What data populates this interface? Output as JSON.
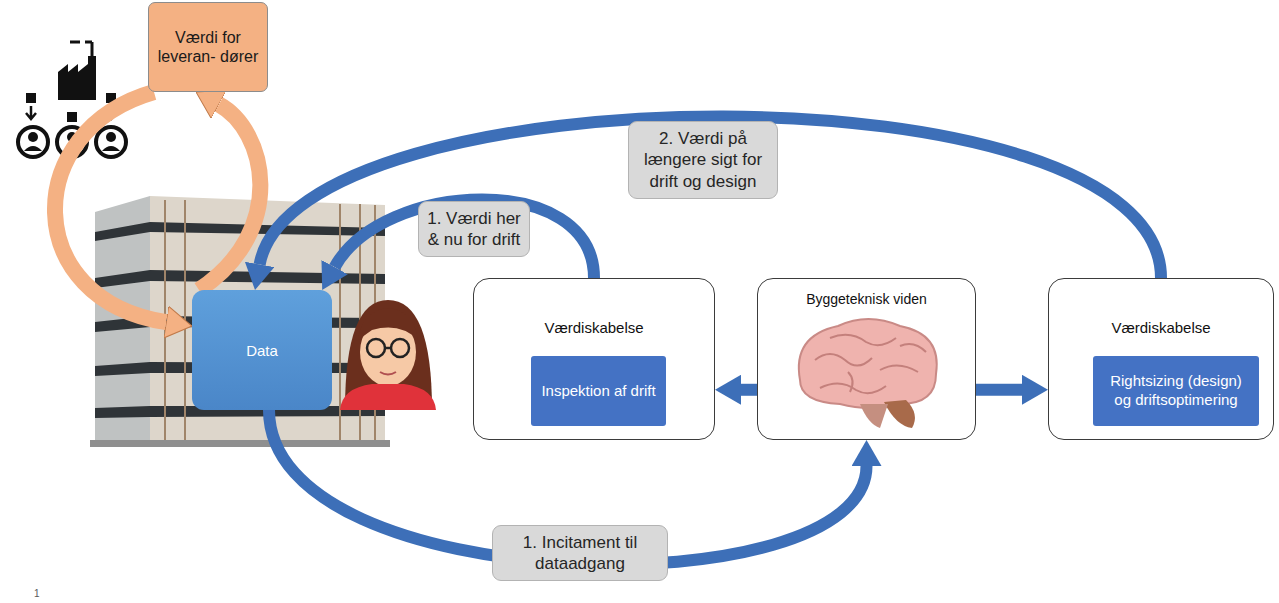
{
  "diagram": {
    "nodes": [
      {
        "text": [
          "Værdi for leveran- dører"
        ]
      },
      {
        "text": [
          "Data"
        ]
      },
      {
        "text": [
          "Værdiskabelse"
        ]
      },
      {
        "text": [
          "Inspektion af drift"
        ],
        "in": 2
      },
      {
        "text": [
          "Byggeteknisk viden"
        ]
      },
      {
        "text": [
          "Værdiskabelse"
        ]
      },
      {
        "text": [
          "Rightsizing (design) og driftsoptimering"
        ],
        "in": 5
      }
    ],
    "edges": [
      {
        "from": 4,
        "to": 2,
        "arrow": "to"
      },
      {
        "from": 4,
        "to": 5,
        "arrow": "to"
      },
      {
        "from": 1,
        "to": 4,
        "label": "1. Incitament til dataadgang",
        "arrow": "to"
      },
      {
        "from": 2,
        "to": 1,
        "label": "1. Værdi her & nu for drift",
        "arrow": "to"
      },
      {
        "from": 5,
        "to": 1,
        "label": "2. Værdi på længere sigt for drift og design",
        "arrow": "to"
      },
      {
        "from": 1,
        "to": 0,
        "arrow": "to"
      },
      {
        "from": 0,
        "to": 1,
        "arrow": "to"
      }
    ],
    "labels": [
      "1"
    ]
  }
}
